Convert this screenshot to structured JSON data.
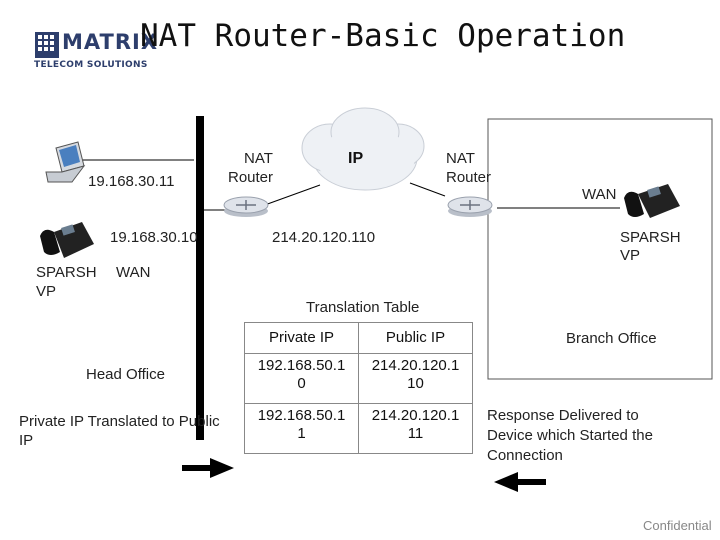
{
  "logo": {
    "brand": "MATRIX",
    "tagline": "TELECOM SOLUTIONS"
  },
  "title": "NAT Router-Basic Operation",
  "cloud_label": "IP",
  "left_router_label": [
    "NAT",
    "Router"
  ],
  "right_router_label": [
    "NAT",
    "Router"
  ],
  "laptop_ip": "19.168.30.11",
  "left_phone_ip": "19.168.30.10",
  "left_device_label": [
    "SPARSH",
    "VP"
  ],
  "left_wan_label": "WAN",
  "public_ip": "214.20.120.110",
  "right_wan_label": "WAN",
  "right_device_label": [
    "SPARSH",
    "VP"
  ],
  "translation_table": {
    "title": "Translation Table",
    "headers": [
      "Private IP",
      "Public IP"
    ],
    "rows": [
      [
        [
          "192.168.50.1",
          "0"
        ],
        [
          "214.20.120.1",
          "10"
        ]
      ],
      [
        [
          "192.168.50.1",
          "1"
        ],
        [
          "214.20.120.1",
          "11"
        ]
      ]
    ]
  },
  "head_office": "Head Office",
  "branch_office": "Branch Office",
  "left_note": [
    "Private IP Translated to Public",
    "IP"
  ],
  "right_note": [
    "Response Delivered to",
    "Device which Started the",
    "Connection"
  ],
  "footer": "Confidential",
  "colors": {
    "brand": "#2d3e6c",
    "line": "#000000",
    "router": "#dfe3ea",
    "cloud": "#eef1f5"
  }
}
